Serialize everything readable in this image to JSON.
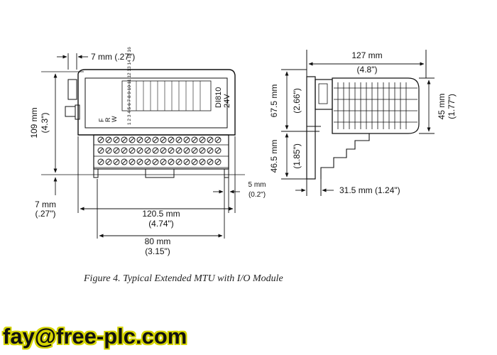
{
  "caption": "Figure 4. Typical Extended MTU with I/O Module",
  "watermark": "fay@free-plc.com",
  "front_view": {
    "dim_top": "7 mm (.27\")",
    "dim_height_mm": "109 mm",
    "dim_height_in": "(4.3\")",
    "dim_bottom_mm": "7 mm",
    "dim_bottom_in": "(.27\")",
    "dim_right_mm": "5 mm",
    "dim_right_in": "(0.2\")",
    "dim_width1_mm": "120.5 mm",
    "dim_width1_in": "(4.74\")",
    "dim_width2_mm": "80 mm",
    "dim_width2_in": "(3.15\")",
    "module_label_1": "DI810",
    "module_label_2": "24V",
    "led_f": "F",
    "led_r": "R",
    "led_w": "W",
    "channel_numbers": "1 2 3 4 5 6 7 8 9 10 11 12 13 14 15 16"
  },
  "side_view": {
    "dim_depth_mm": "127 mm",
    "dim_depth_in": "(4.8\")",
    "dim_upper_mm": "67.5 mm",
    "dim_upper_in": "(2.66\")",
    "dim_lower_mm": "46.5 mm",
    "dim_lower_in": "(1.85\")",
    "dim_module_mm": "45 mm",
    "dim_module_in": "(1.77\")",
    "dim_base": "31.5 mm (1.24\")"
  }
}
